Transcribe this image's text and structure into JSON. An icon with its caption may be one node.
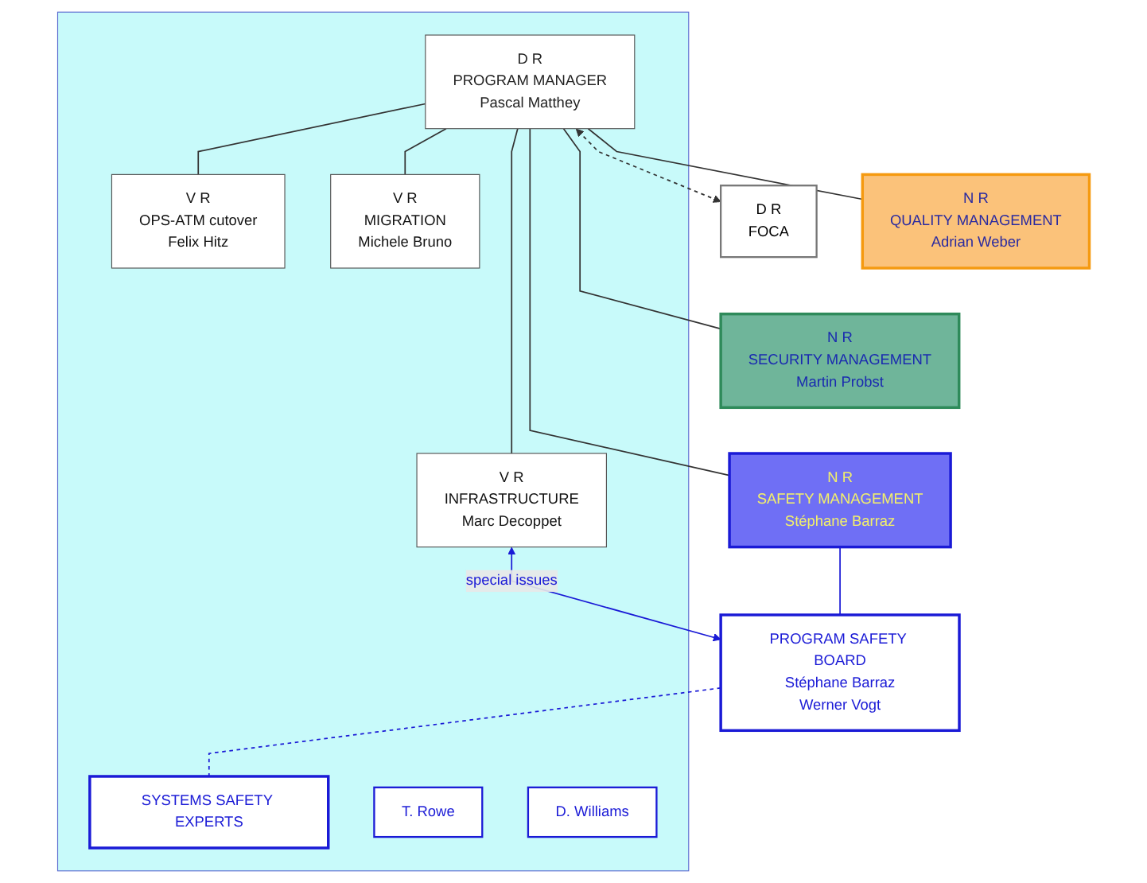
{
  "diagram": {
    "nodes": [
      {
        "text": [],
        "shape": "box"
      },
      {
        "text": [
          "D R",
          "FOCA"
        ]
      },
      {
        "text": [
          "D R",
          "PROGRAM MANAGER",
          "Pascal Matthey"
        ],
        "in": 0
      },
      {
        "text": [
          "N R",
          "QUALITY MANAGEMENT",
          "Adrian Weber"
        ]
      },
      {
        "text": [
          "N R",
          "SECURITY MANAGEMENT",
          "Martin Probst"
        ]
      },
      {
        "text": [
          "N R",
          "SAFETY MANAGEMENT",
          "Stéphane Barraz"
        ]
      },
      {
        "text": [
          "V R",
          "INFRASTRUCTURE",
          "Marc Decoppet"
        ],
        "in": 0
      },
      {
        "text": [
          "V R",
          "OPS-ATM cutover",
          "Felix Hitz"
        ],
        "in": 0
      },
      {
        "text": [
          "V R",
          "MIGRATION",
          "Michele Bruno"
        ],
        "in": 0
      },
      {
        "text": [
          "PROGRAM SAFETY BOARD",
          "Stéphane Barraz",
          "Werner Vogt"
        ]
      },
      {
        "text": [
          "SYSTEMS SAFETY EXPERTS"
        ],
        "in": 0
      },
      {
        "text": [
          "T. Rowe"
        ],
        "in": 0
      },
      {
        "text": [
          "D. Williams"
        ],
        "in": 0
      }
    ],
    "edges": [
      {
        "from": 2,
        "to": 1,
        "arrow": "both",
        "style": "dashed"
      },
      {
        "from": 2,
        "to": 3,
        "arrow": "none"
      },
      {
        "from": 2,
        "to": 4,
        "arrow": "none"
      },
      {
        "from": 2,
        "to": 5,
        "arrow": "none"
      },
      {
        "from": 2,
        "to": 6,
        "arrow": "none"
      },
      {
        "from": 2,
        "to": 7,
        "arrow": "none"
      },
      {
        "from": 2,
        "to": 8,
        "arrow": "none"
      },
      {
        "from": 5,
        "to": 9,
        "arrow": "none",
        "color": "#1a1ad6"
      },
      {
        "from": 6,
        "to": 9,
        "arrow": "both",
        "label": "special issues",
        "color": "#1a1ad6"
      },
      {
        "from": 9,
        "to": 10,
        "arrow": "none",
        "style": "dashed",
        "color": "#1a1ad6"
      }
    ]
  }
}
